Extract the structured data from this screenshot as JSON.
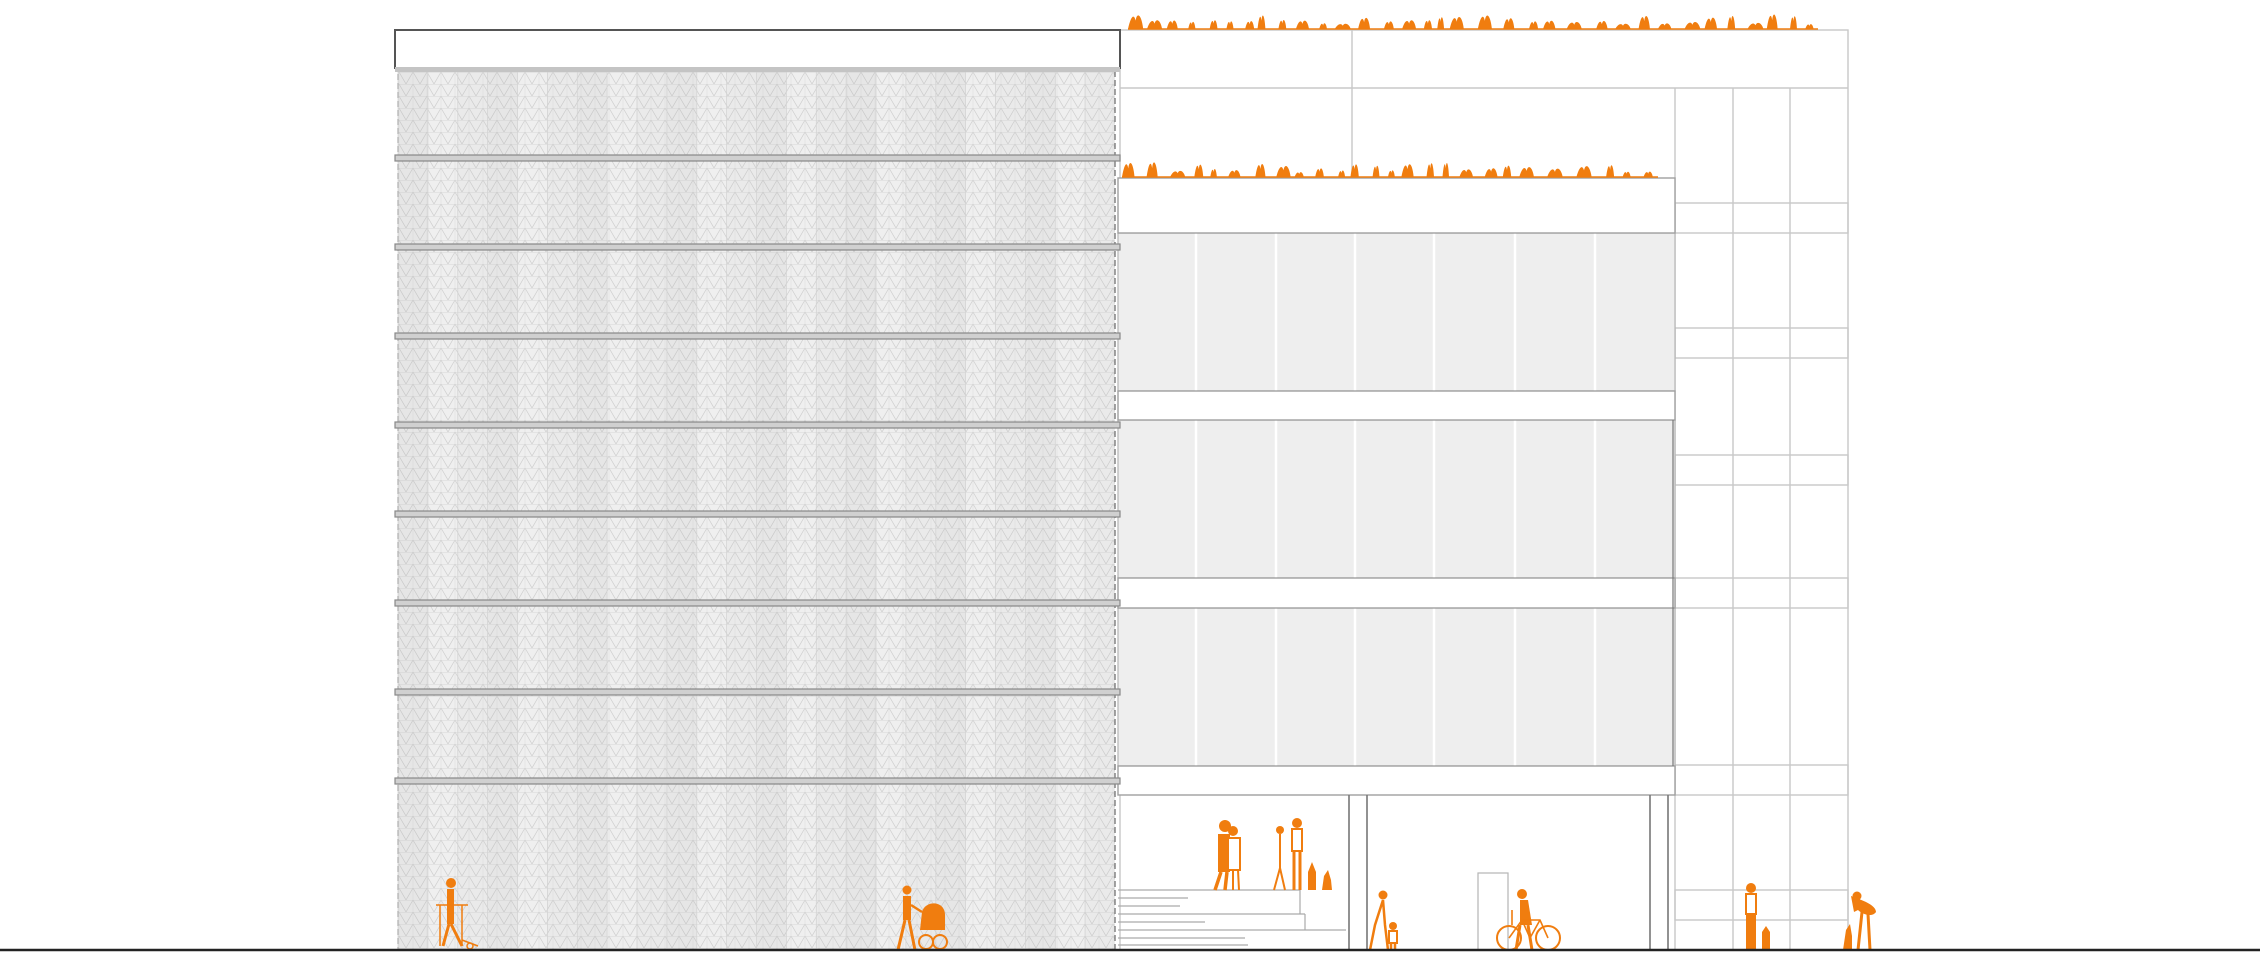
{
  "drawing": {
    "kind": "architectural-elevation",
    "colors": {
      "background": "#ffffff",
      "line": "#9a9a9a",
      "line_dark": "#555555",
      "line_light": "#c8c8c8",
      "glass": "#eeeeee",
      "mesh": "#ececec",
      "accent": "#f07d0f",
      "ground": "#222222"
    },
    "tower": {
      "floors": 9,
      "mesh_columns": 24
    },
    "annex": {
      "glazed_floors": 3,
      "window_bays": 7,
      "roof_gardens": 2,
      "back_block_bays": 3
    },
    "entourage": [
      {
        "name": "person-on-walker",
        "icon": "walker-person-icon"
      },
      {
        "name": "parent-with-stroller",
        "icon": "stroller-icon"
      },
      {
        "name": "couple-embracing",
        "icon": "couple-icon"
      },
      {
        "name": "person-with-dogs",
        "icon": "dog-walker-icon"
      },
      {
        "name": "adult-with-child",
        "icon": "child-icon"
      },
      {
        "name": "person-with-bicycle",
        "icon": "bicycle-icon"
      },
      {
        "name": "person-with-cat",
        "icon": "cat-icon"
      },
      {
        "name": "person-with-dog",
        "icon": "dog-icon"
      }
    ]
  }
}
